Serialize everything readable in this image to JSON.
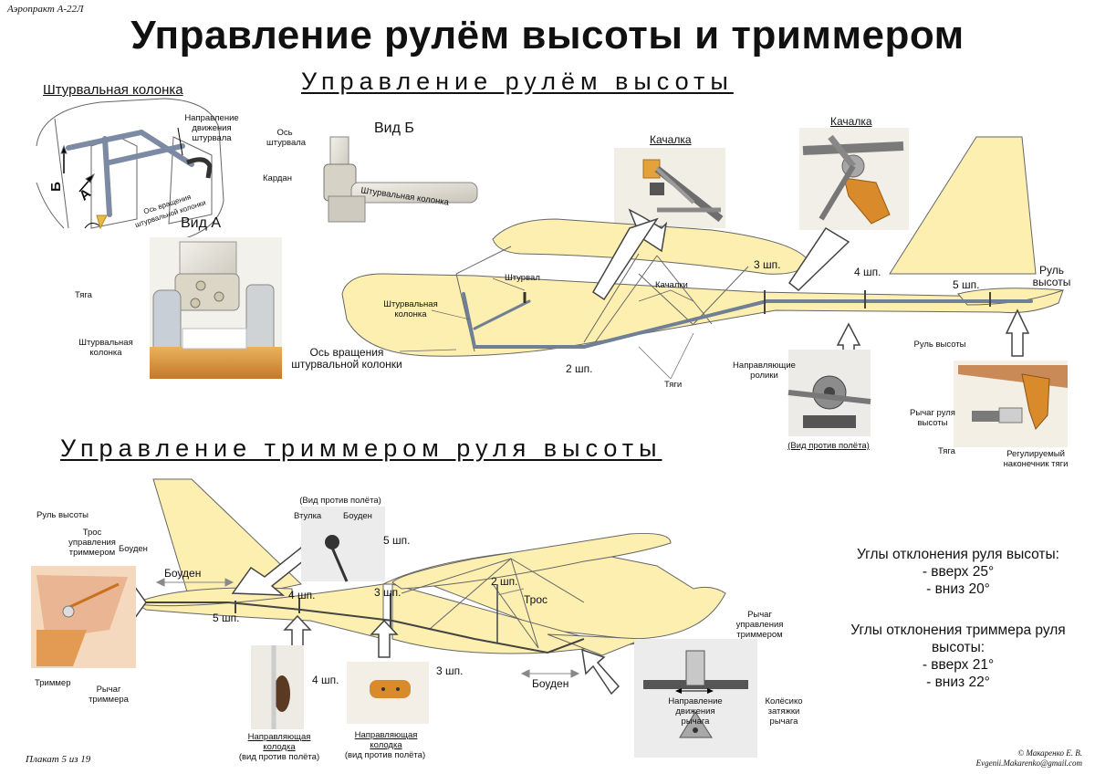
{
  "header": {
    "tag": "Аэропракт А-22Л",
    "title": "Управление рулём высоты и триммером"
  },
  "section_elevator": {
    "title": "Управление рулём высоты",
    "column_title": "Штурвальная колонка",
    "column_sketch": {
      "direction": "Направление движения штурвала",
      "axis": "Ось вращения штурвальной колонки",
      "view_b_mark": "Б",
      "view_a_mark": "А"
    },
    "view_a": {
      "title": "Вид А",
      "rod": "Тяга",
      "column": "Штурвальная колонка",
      "axis": "Ось вращения штурвальной колонки"
    },
    "view_b": {
      "title": "Вид Б",
      "axis": "Ось штурвала",
      "cardan": "Кардан",
      "column": "Штурвальная колонка"
    },
    "rocker_1": "Качалка",
    "rocker_2": "Качалка",
    "plane": {
      "yoke": "Штурвал",
      "column": "Штурвальная колонка",
      "rockers": "Качалки",
      "rods": "Тяги",
      "frame_2": "2 шп.",
      "frame_3": "3 шп.",
      "frame_4": "4 шп.",
      "frame_5": "5 шп.",
      "elevator": "Руль высоты"
    },
    "rollers": {
      "label": "Направляющие ролики",
      "caption": "(Вид против полёта)"
    },
    "tail_detail": {
      "elevator": "Руль высоты",
      "lever": "Рычаг руля высоты",
      "rod": "Тяга",
      "tip": "Регулируемый наконечник тяги"
    }
  },
  "section_trim": {
    "title": "Управление триммером руля высоты",
    "tail_detail": {
      "elevator": "Руль высоты",
      "cable": "Трос управления триммером",
      "bowden": "Боуден",
      "trimmer": "Триммер",
      "lever": "Рычаг триммера"
    },
    "bushing": {
      "caption": "(Вид против полёта)",
      "bushing": "Втулка",
      "bowden": "Боуден",
      "frame": "5 шп."
    },
    "plane": {
      "bowden_1": "Боуден",
      "frame_5": "5 шп.",
      "frame_4": "4 шп.",
      "frame_3": "3 шп.",
      "frame_2": "2 шп.",
      "cable": "Трос",
      "bowden_2": "Боуден"
    },
    "guide_1": {
      "frame": "4 шп.",
      "label": "Направляющая колодка",
      "view": "(вид против полёта)"
    },
    "guide_2": {
      "frame": "3 шп.",
      "label": "Направляющая колодка",
      "view": "(вид против полёта)"
    },
    "trim_lever": {
      "lever": "Рычаг управления триммером",
      "direction": "Направление движения рычага",
      "wheel": "Колёсико затяжки рычага"
    }
  },
  "angles": {
    "elevator_title": "Углы отклонения руля высоты:",
    "elevator_up": "- вверх 25°",
    "elevator_down": "- вниз 20°",
    "trim_title": "Углы отклонения триммера руля высоты:",
    "trim_up": "- вверх 21°",
    "trim_down": "- вниз 22°"
  },
  "footer": {
    "poster": "Плакат 5 из 19",
    "author": "© Макаренко Е. В.",
    "email": "Evgenii.Makarenko@gmail.com"
  },
  "colors": {
    "airframe": "#fcefb0",
    "outline": "#555555",
    "rod": "#6f7f96",
    "photo_bg": "#e9e6df",
    "orange_part": "#d98a2b"
  }
}
